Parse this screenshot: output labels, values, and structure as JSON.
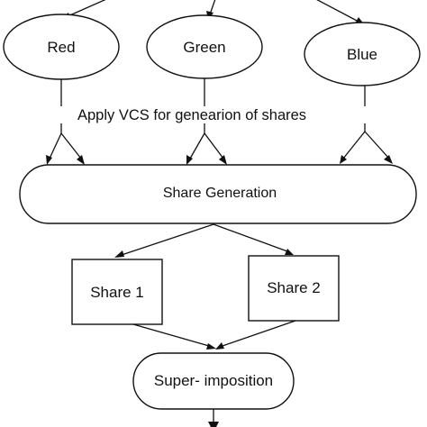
{
  "diagram": {
    "nodes": {
      "red": "Red",
      "green": "Green",
      "blue": "Blue",
      "share_generation": "Share Generation",
      "share1": "Share 1",
      "share2": "Share 2",
      "superimposition": "Super- imposition"
    },
    "edge_label": "Apply VCS  for genearion of shares"
  }
}
